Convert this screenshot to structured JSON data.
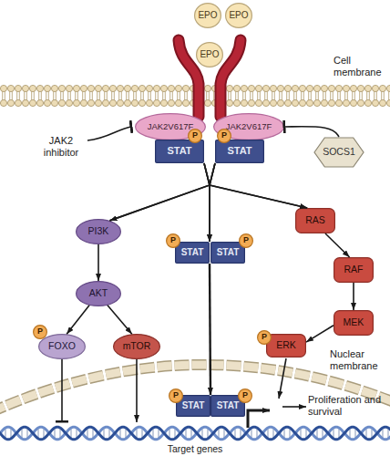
{
  "diagram": {
    "nodes": [
      {
        "text": [
          "EPO"
        ]
      },
      {
        "text": [
          "EPO"
        ]
      },
      {
        "text": [
          "EPO"
        ]
      },
      {
        "text": [
          "JAK2V617F"
        ]
      },
      {
        "text": [
          "JAK2V617F"
        ]
      },
      {
        "text": [
          "P"
        ]
      },
      {
        "text": [
          "P"
        ]
      },
      {
        "text": [
          "STAT"
        ]
      },
      {
        "text": [
          "STAT"
        ]
      },
      {
        "text": [
          "SOCS1"
        ]
      },
      {
        "text": [
          "PI3K"
        ]
      },
      {
        "text": [
          "P"
        ]
      },
      {
        "text": [
          "P"
        ]
      },
      {
        "text": [
          "STAT"
        ]
      },
      {
        "text": [
          "STAT"
        ]
      },
      {
        "text": [
          "RAS"
        ]
      },
      {
        "text": [
          "AKT"
        ]
      },
      {
        "text": [
          "RAF"
        ]
      },
      {
        "text": [
          "P"
        ]
      },
      {
        "text": [
          "FOXO"
        ]
      },
      {
        "text": [
          "mTOR"
        ]
      },
      {
        "text": [
          "MEK"
        ]
      },
      {
        "text": [
          "P"
        ]
      },
      {
        "text": [
          "ERK"
        ]
      },
      {
        "text": [
          "P"
        ]
      },
      {
        "text": [
          "P"
        ]
      },
      {
        "text": [
          "STAT"
        ]
      },
      {
        "text": [
          "STAT"
        ]
      }
    ],
    "edges": [
      {
        "from": 9,
        "to": 4,
        "arrow": "to"
      },
      {
        "from": 7,
        "to": 10,
        "arrow": "to"
      },
      {
        "from": 7,
        "to": 13,
        "arrow": "to"
      },
      {
        "from": 7,
        "to": 15,
        "arrow": "to"
      },
      {
        "from": 8,
        "to": 10,
        "arrow": "to"
      },
      {
        "from": 8,
        "to": 13,
        "arrow": "to"
      },
      {
        "from": 8,
        "to": 15,
        "arrow": "to"
      },
      {
        "from": 10,
        "to": 16,
        "arrow": "to"
      },
      {
        "from": 16,
        "to": 19,
        "arrow": "to"
      },
      {
        "from": 16,
        "to": 20,
        "arrow": "to"
      },
      {
        "from": 15,
        "to": 17,
        "arrow": "to"
      },
      {
        "from": 17,
        "to": 21,
        "arrow": "to"
      },
      {
        "from": 21,
        "to": 23,
        "arrow": "to"
      },
      {
        "from": 13,
        "to": 26,
        "arrow": "to"
      }
    ],
    "labels": [
      "Cell membrane",
      "JAK2 inhibitor",
      "Nuclear membrane",
      "Proliferation and survival",
      "Target genes"
    ]
  }
}
